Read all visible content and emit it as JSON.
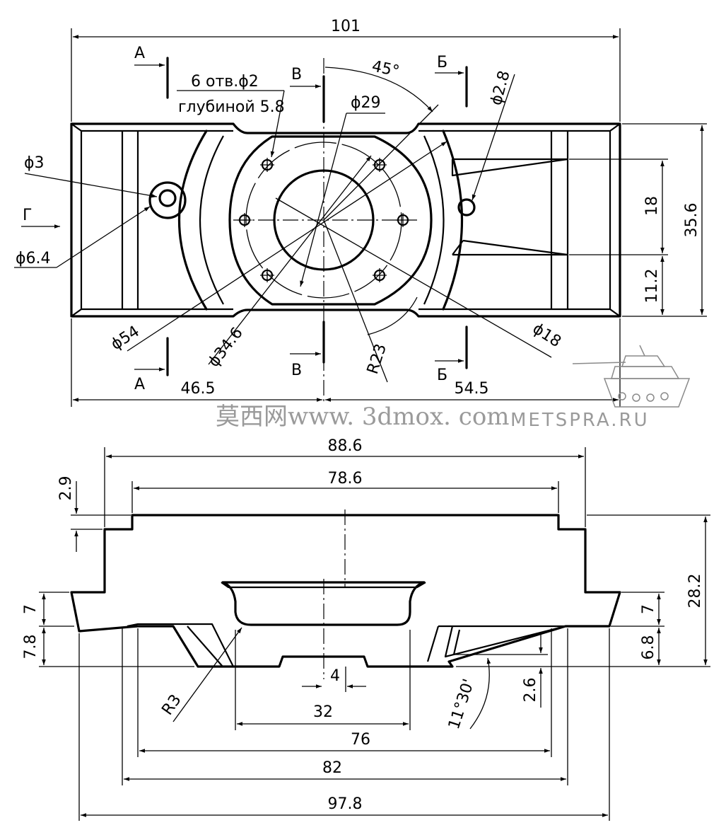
{
  "dims": {
    "top_width": "101",
    "top_left": "46.5",
    "top_right": "54.5",
    "height_total": "35.6",
    "height_slot": "18",
    "height_low": "11.2",
    "d3": "ϕ3",
    "d64": "ϕ6.4",
    "d29": "ϕ29",
    "d28": "ϕ2.8",
    "d54": "ϕ54",
    "d346": "ϕ34.6",
    "d18": "ϕ18",
    "r23": "R23",
    "angle45": "45°",
    "holes_line1": "6 отв.ϕ2",
    "holes_line2": "глубиной 5.8",
    "bot_886": "88.6",
    "bot_786": "78.6",
    "bot_29": "2.9",
    "bot_7l": "7",
    "bot_78": "7.8",
    "bot_282": "28.2",
    "bot_7r": "7",
    "bot_68": "6.8",
    "bot_4": "4",
    "bot_26": "2.6",
    "bot_r3": "R3",
    "bot_angle": "11°30'",
    "bot_32": "32",
    "bot_76": "76",
    "bot_82": "82",
    "bot_978": "97.8"
  },
  "section_marks": {
    "a_top": "А",
    "a_bottom": "А",
    "v_top": "В",
    "v_bottom": "В",
    "b_top": "Б",
    "b_bottom": "Б",
    "g": "Г"
  },
  "watermark": {
    "left": "莫西网www. 3dmox. com",
    "right": "METSPRA.RU"
  }
}
